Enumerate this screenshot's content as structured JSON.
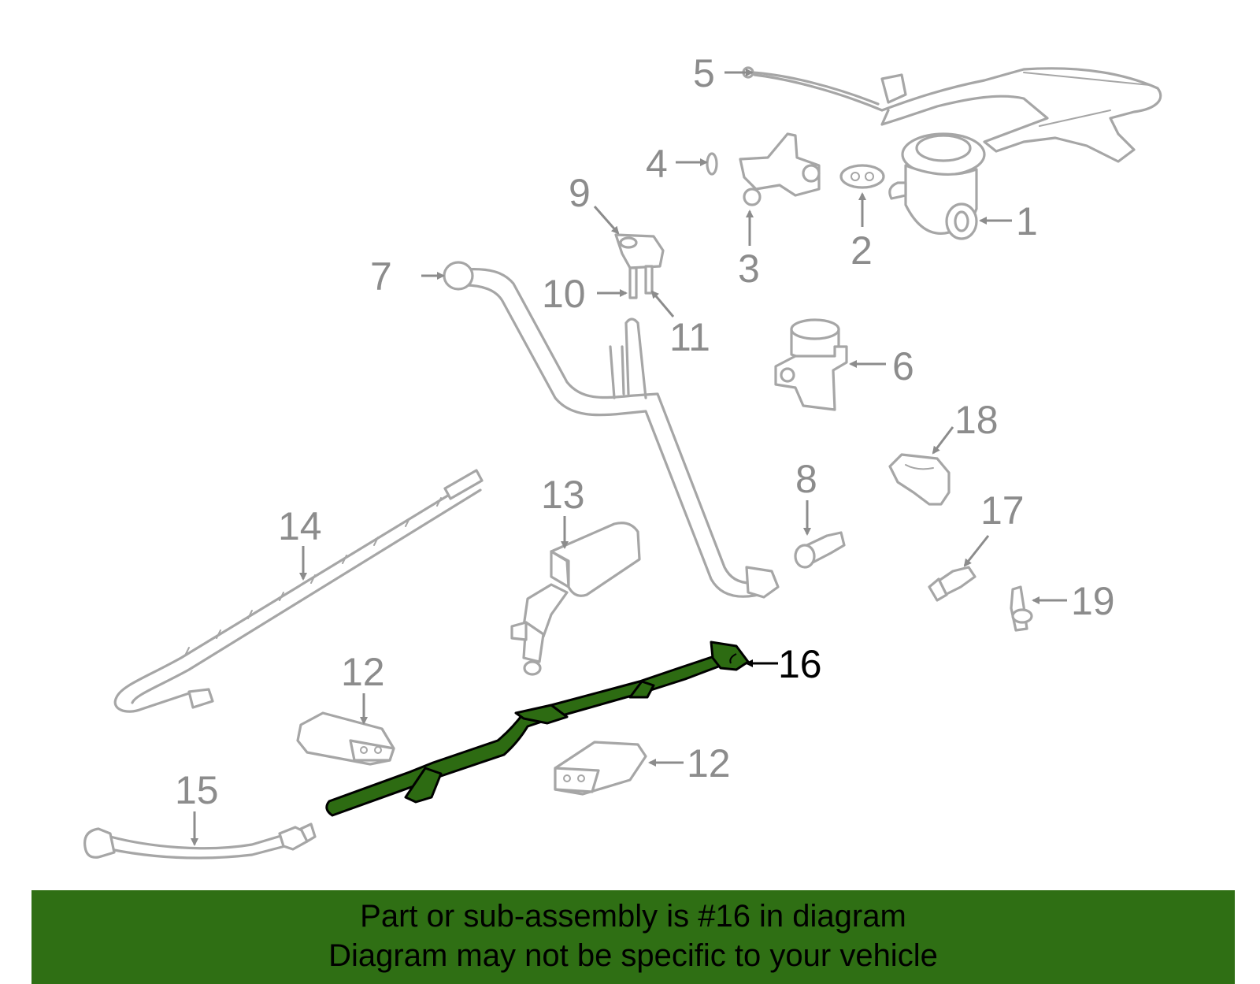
{
  "callouts": {
    "c1": "1",
    "c2": "2",
    "c3": "3",
    "c4": "4",
    "c5": "5",
    "c6": "6",
    "c7": "7",
    "c8": "8",
    "c9": "9",
    "c10": "10",
    "c11": "11",
    "c12a": "12",
    "c12b": "12",
    "c13": "13",
    "c14": "14",
    "c15": "15",
    "c16": "16",
    "c17": "17",
    "c18": "18",
    "c19": "19"
  },
  "banner": {
    "line1": "Part or sub-assembly is #16 in diagram",
    "line2": "Diagram may not be specific to your vehicle"
  },
  "colors": {
    "highlight": "#2d6b12",
    "banner": "#2f6f14",
    "part_stroke": "#a6a6a6"
  }
}
